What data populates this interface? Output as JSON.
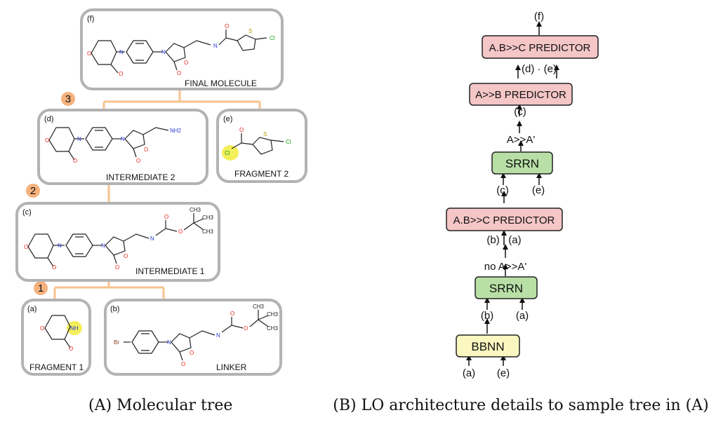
{
  "tree": {
    "panels": {
      "f": {
        "tag": "(f)",
        "label": "FINAL MOLECULE"
      },
      "d": {
        "tag": "(d)",
        "label": "INTERMEDIATE 2"
      },
      "e": {
        "tag": "(e)",
        "label": "FRAGMENT 2"
      },
      "c": {
        "tag": "(c)",
        "label": "INTERMEDIATE 1"
      },
      "a": {
        "tag": "(a)",
        "label": "FRAGMENT 1"
      },
      "b": {
        "tag": "(b)",
        "label": "LINKER"
      }
    },
    "steps": [
      "1",
      "2",
      "3"
    ],
    "caption": "(A) Molecular tree",
    "colors": {
      "panel_border": "#b3b3b3",
      "connector": "#f7c28f",
      "step_badge": "#f6b27e",
      "highlight": "#f3ef5a",
      "oxygen": "#e8251f",
      "nitrogen": "#2a3bd6",
      "sulfur": "#b59a00",
      "chlorine": "#1aa31a",
      "bromine": "#8a3b1b"
    },
    "atoms": {
      "O": "O",
      "N": "N",
      "NH": "NH",
      "NH2": "NH2",
      "S": "S",
      "Cl": "Cl",
      "Br": "Br",
      "CH3": "CH3"
    }
  },
  "architecture": {
    "nodes": {
      "pred_top": "A.B>>C PREDICTOR",
      "pred_ab": "A>>B PREDICTOR",
      "srrn_top": "SRRN",
      "pred_mid": "A.B>>C PREDICTOR",
      "srrn_bot": "SRRN",
      "bbnn": "BBNN"
    },
    "labels": {
      "out_f": "(f)",
      "d_e_pair": "(d)   ·   (e)",
      "c_out": "(c)",
      "a_prime": "A>>A'",
      "c_in": "(c)",
      "e_in": "(e)",
      "b_a_pair": "(b)  .  (a)",
      "no_a_prime": "no A>>A'",
      "b_in": "(b)",
      "a_in": "(a)",
      "a_bottom": "(a)",
      "e_bottom": "(e)"
    },
    "caption": "(B) LO architecture details to sample tree in (A)",
    "colors": {
      "predictor": "#f4c6c6",
      "srrn": "#b8e0a6",
      "bbnn": "#fbf7c0"
    }
  }
}
